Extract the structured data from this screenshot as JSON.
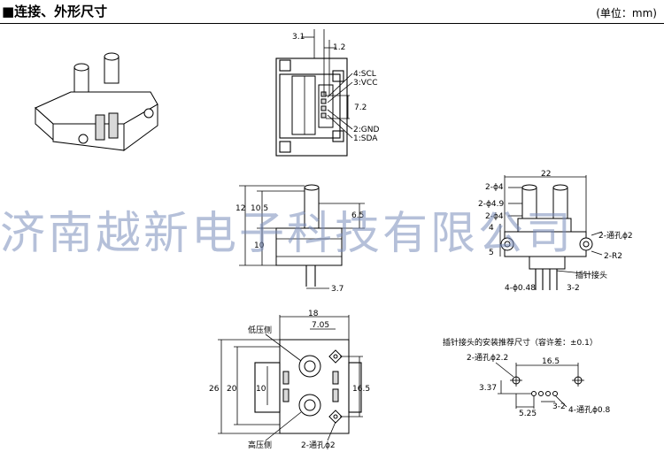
{
  "header": {
    "title": "■连接、外形尺寸",
    "unit": "(单位：mm)"
  },
  "watermark": "济南越新电子科技有限公司",
  "top_view": {
    "dims": [
      "3.1",
      "1.2",
      "7.2"
    ],
    "pins": [
      "4:SCL",
      "3:VCC",
      "2:GND",
      "1:SDA"
    ]
  },
  "side_view": {
    "dims": [
      "12",
      "10.5",
      "6.5",
      "10",
      "3.7"
    ]
  },
  "right_view": {
    "labels": [
      "2-ϕ4",
      "2-ϕ4.9",
      "2-ϕ4",
      "2-通孔ϕ2",
      "2-R2",
      "插针接头",
      "4-ϕ0.48",
      "3-2"
    ],
    "dims": [
      "22",
      "4",
      "5"
    ]
  },
  "bottom_view": {
    "labels": [
      "低压侧",
      "高压侧",
      "2-通孔ϕ2"
    ],
    "dims": [
      "18",
      "7.05",
      "26",
      "20",
      "10",
      "16.5"
    ]
  },
  "mount": {
    "title": "插针接头的安装推荐尺寸（容许差：±0.1）",
    "labels": [
      "2-通孔ϕ2.2",
      "4-通孔ϕ0.8"
    ],
    "dims": [
      "16.5",
      "3.37",
      "5.25",
      "3-2"
    ]
  }
}
